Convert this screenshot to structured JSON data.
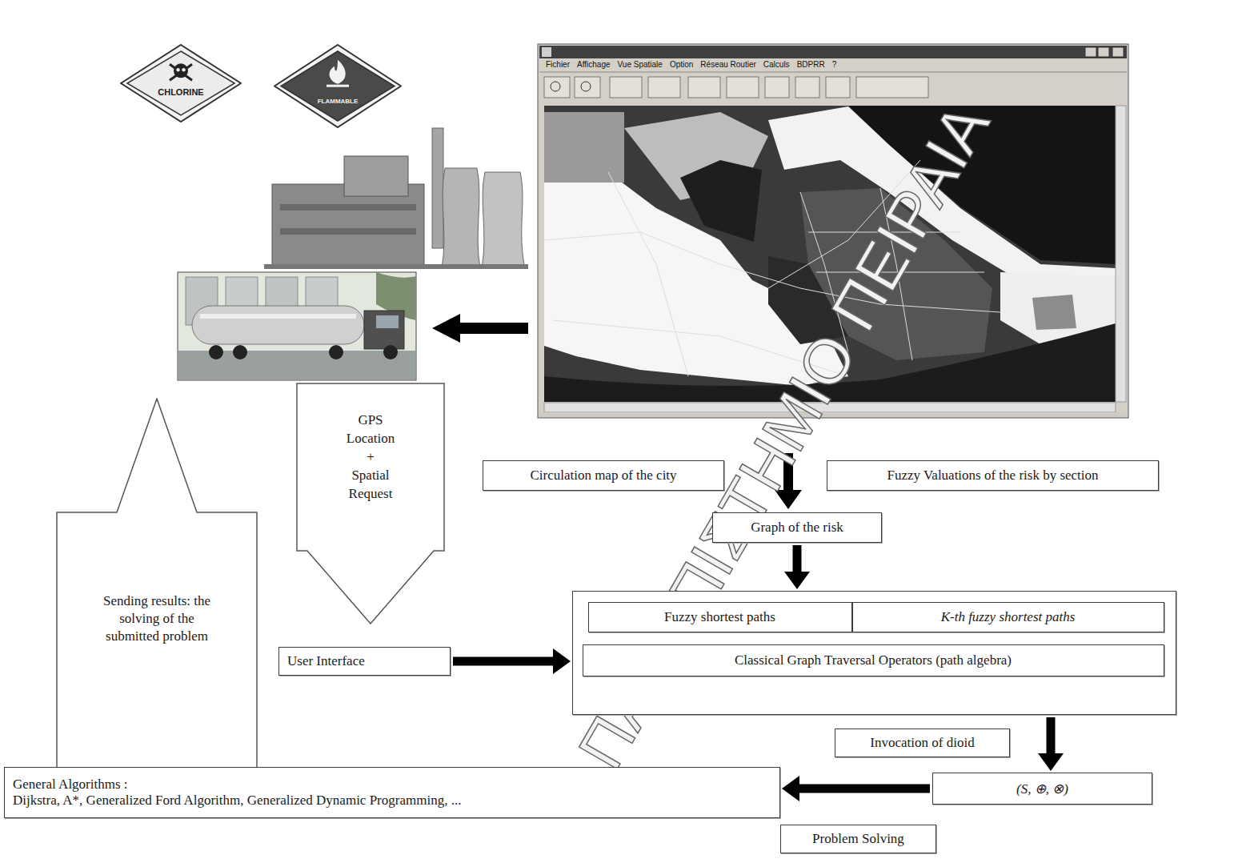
{
  "diagram": {
    "nodes": [
      {
        "text": [
          "CHLORINE"
        ]
      },
      {
        "text": [
          "FLAMMABLE"
        ]
      },
      {
        "text": [
          "GPS Location + Spatial Request"
        ]
      },
      {
        "text": [
          "Sending results: the solving of the submitted problem"
        ]
      },
      {
        "text": [
          "Circulation map of the city"
        ]
      },
      {
        "text": [
          "Fuzzy Valuations of the risk by section"
        ]
      },
      {
        "text": [
          "Graph of the risk"
        ]
      },
      {
        "text": []
      },
      {
        "text": [
          "Fuzzy shortest paths"
        ],
        "in": 7
      },
      {
        "text": [
          "K-th fuzzy shortest paths"
        ],
        "in": 7
      },
      {
        "text": [
          "Classical Graph Traversal Operators (path algebra)"
        ],
        "in": 7
      },
      {
        "text": [
          "User Interface"
        ]
      },
      {
        "text": [
          "Invocation of dioid"
        ]
      },
      {
        "text": [
          "(S, ⊕, ⊗)"
        ]
      },
      {
        "text": [
          "General Algorithms :",
          "Dijkstra, A*, Generalized Ford Algorithm, Generalized Dynamic Programming, ..."
        ]
      },
      {
        "text": [
          "Problem Solving"
        ]
      }
    ],
    "edges": [
      {
        "from": 6,
        "to": 7,
        "arrow": "to"
      },
      {
        "from": 11,
        "to": 7,
        "arrow": "to"
      },
      {
        "from": 7,
        "to": 13,
        "arrow": "to"
      },
      {
        "from": 13,
        "to": 14,
        "arrow": "to"
      }
    ],
    "labels": [
      "Fichier",
      "Affichage",
      "Vue Spatiale",
      "Option",
      "Réseau Routier",
      "Calculs",
      "BDPRR",
      "?",
      "ΠΑΝΕΠΙΣΤΗΜΙΟ ΠΕΙΡΑΙΑ"
    ]
  }
}
